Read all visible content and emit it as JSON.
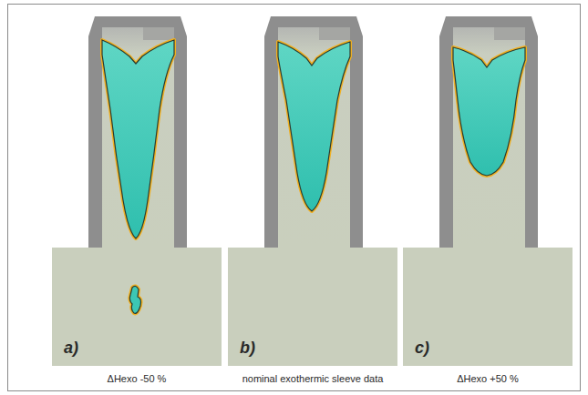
{
  "diagram": {
    "labels": [
      "a)",
      "b)",
      "c)",
      "ΔHexo -50 %",
      "nominal exothermic sleeve data",
      "ΔHexo +50 %"
    ]
  }
}
